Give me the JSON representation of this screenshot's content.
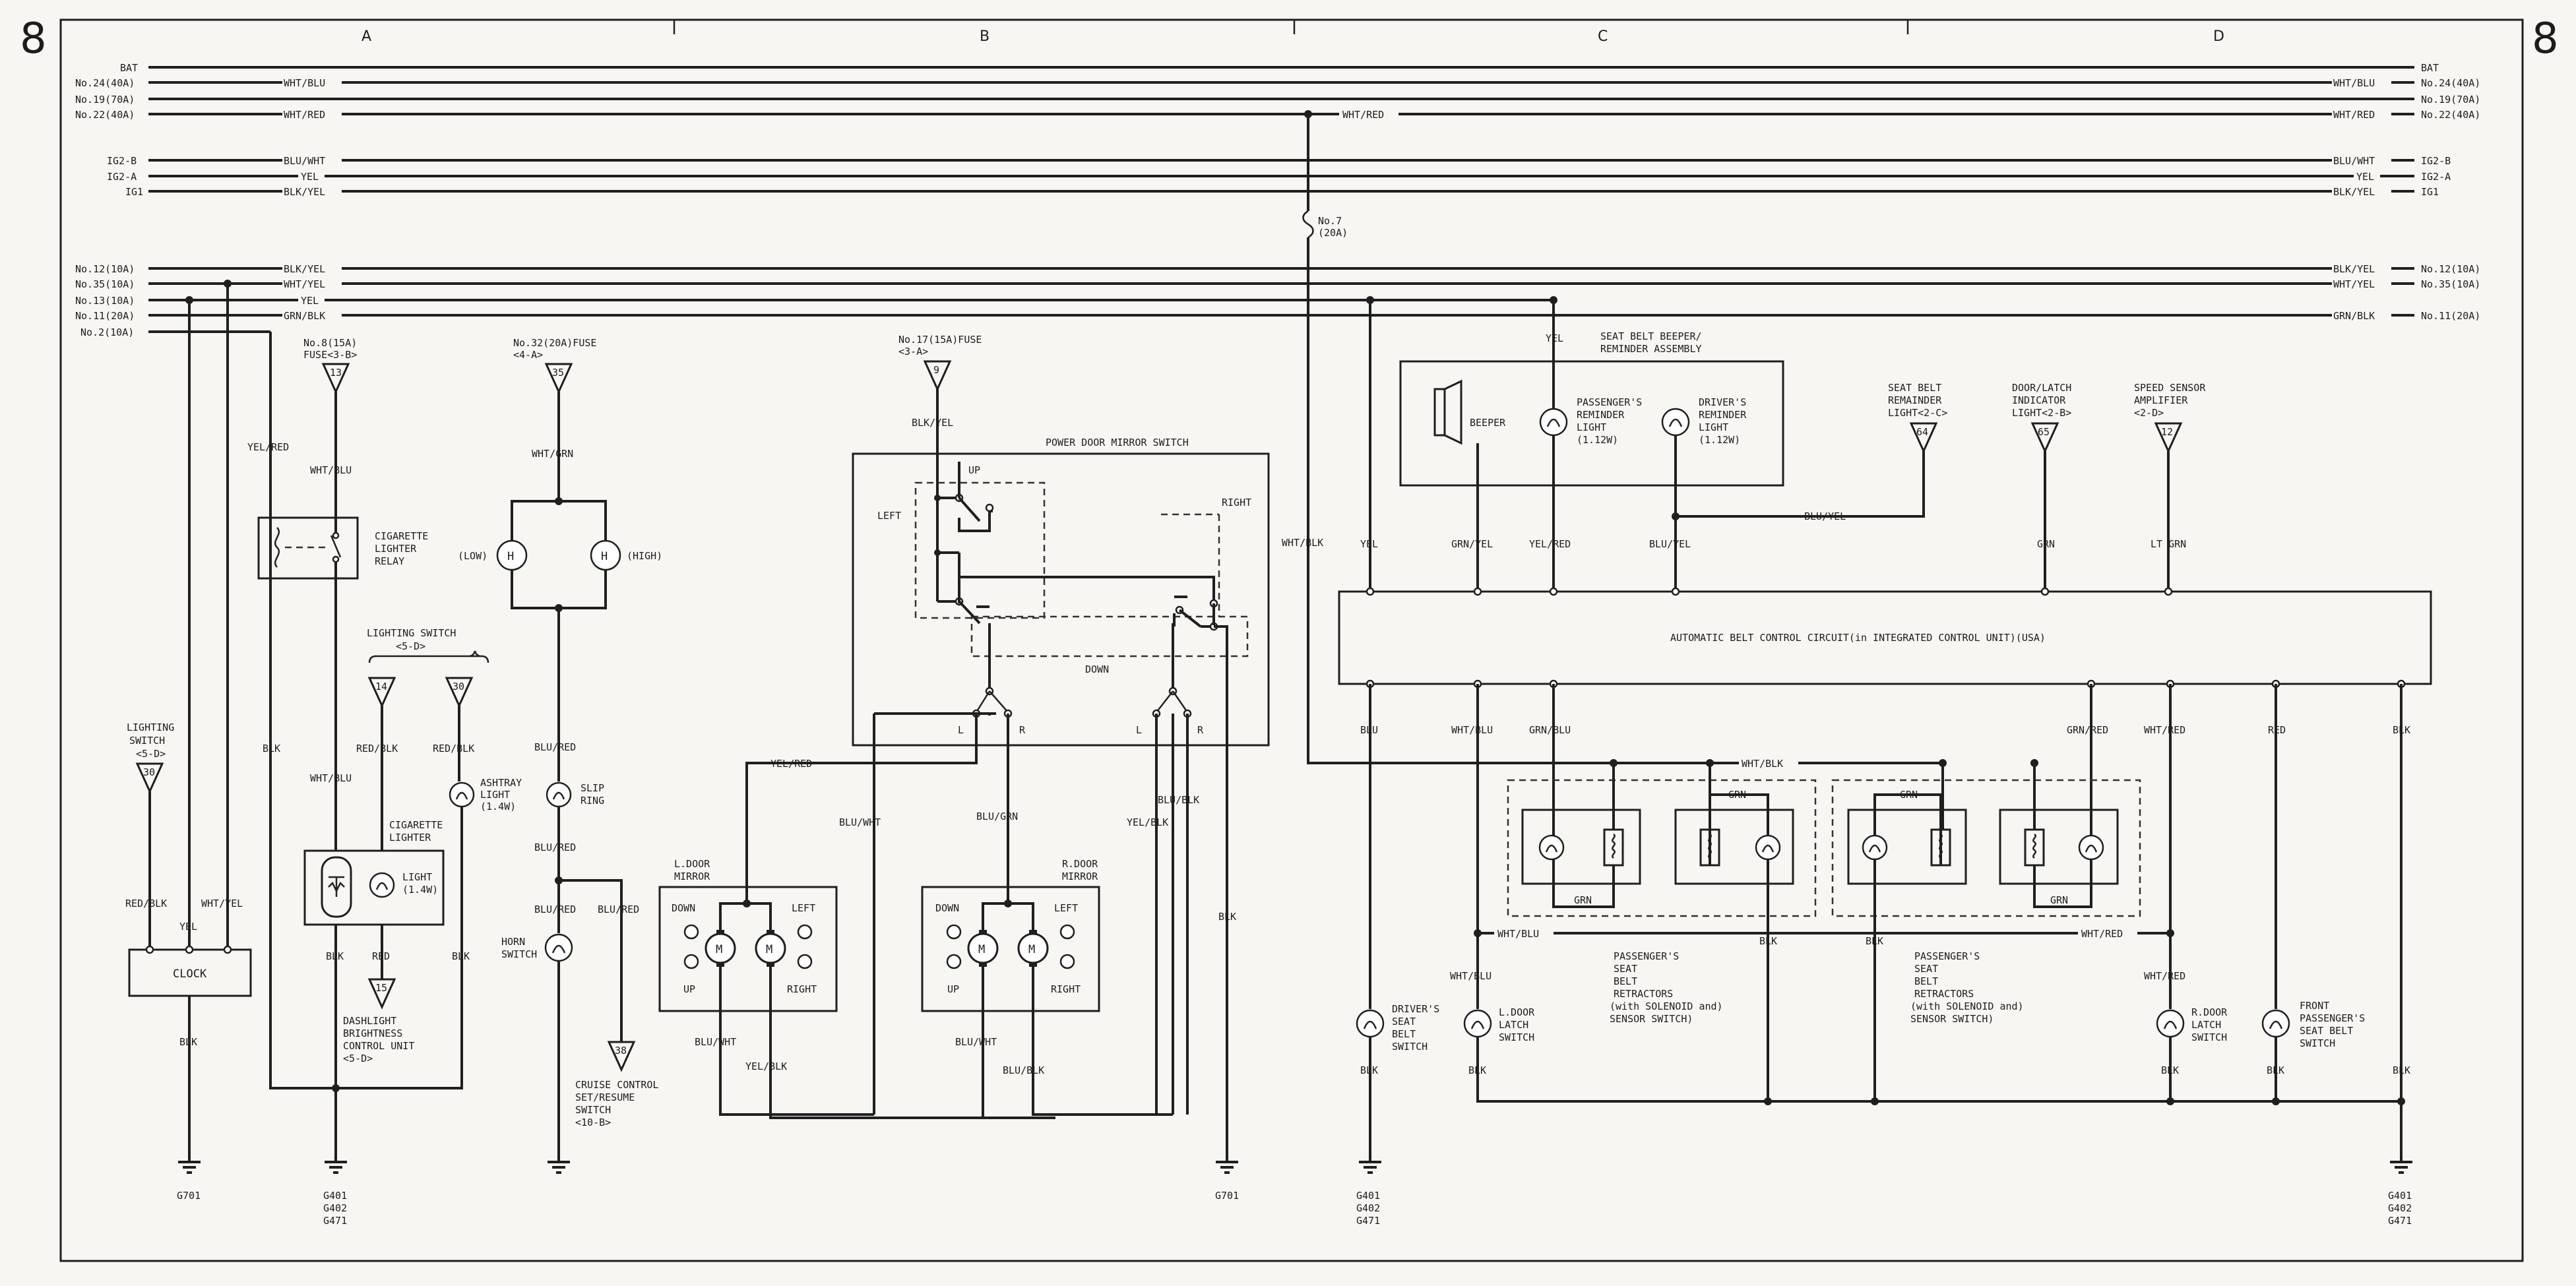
{
  "page": {
    "number": "8"
  },
  "columns": [
    "A",
    "B",
    "C",
    "D"
  ],
  "rails": [
    {
      "name": "BAT",
      "wire": ""
    },
    {
      "name": "No.24(40A)",
      "wire": "WHT/BLU"
    },
    {
      "name": "No.19(70A)",
      "wire": ""
    },
    {
      "name": "No.22(40A)",
      "wire": "WHT/RED"
    },
    {
      "name": "IG2-B",
      "wire": "BLU/WHT"
    },
    {
      "name": "IG2-A",
      "wire": "YEL"
    },
    {
      "name": "IG1",
      "wire": "BLK/YEL"
    },
    {
      "name": "No.12(10A)",
      "wire": "BLK/YEL"
    },
    {
      "name": "No.35(10A)",
      "wire": "WHT/YEL"
    },
    {
      "name": "No.13(10A)",
      "wire": "YEL"
    },
    {
      "name": "No.11(20A)",
      "wire": "GRN/BLK"
    },
    {
      "name": "No.2(10A)",
      "wire": ""
    }
  ],
  "fuses": {
    "f8": {
      "label": "No.8(15A)",
      "sub": "FUSE<3-B>",
      "num": "13"
    },
    "f32": {
      "label": "No.32(20A)FUSE",
      "sub": "<4-A>",
      "num": "35"
    },
    "f17": {
      "label": "No.17(15A)FUSE",
      "sub": "<3-A>",
      "num": "9"
    },
    "f7": {
      "label": "No.7",
      "sub": "(20A)"
    }
  },
  "components": {
    "cig_relay": [
      "CIGARETTE",
      "LIGHTER",
      "RELAY"
    ],
    "lighting_switch_a": [
      "LIGHTING",
      "SWITCH",
      "<5-D>"
    ],
    "lighting_switch_a_num": "30",
    "lighting_switch_b": [
      "LIGHTING SWITCH",
      "<5-D>"
    ],
    "lighting_switch_b_num1": "14",
    "lighting_switch_b_num2": "30",
    "clock": "CLOCK",
    "ashtray": [
      "ASHTRAY",
      "LIGHT",
      "(1.4W)"
    ],
    "cig_lighter": [
      "CIGARETTE",
      "LIGHTER"
    ],
    "light": [
      "LIGHT",
      "(1.4W)"
    ],
    "dashlight": [
      "DASHLIGHT",
      "BRIGHTNESS",
      "CONTROL UNIT",
      "<5-D>"
    ],
    "dashlight_num": "15",
    "horn_low": "(LOW)",
    "horn_high": "(HIGH)",
    "slip_ring": [
      "SLIP",
      "RING"
    ],
    "horn_switch": [
      "HORN",
      "SWITCH"
    ],
    "cruise": [
      "CRUISE CONTROL",
      "SET/RESUME",
      "SWITCH",
      "<10-B>"
    ],
    "cruise_num": "38",
    "mirror_switch": "POWER DOOR MIRROR SWITCH",
    "mirror_up": "UP",
    "mirror_down": "DOWN",
    "mirror_left": "LEFT",
    "mirror_right": "RIGHT",
    "mirror_l": "L",
    "mirror_r": "R",
    "l_door_mirror": [
      "L.DOOR",
      "MIRROR"
    ],
    "r_door_mirror": [
      "R.DOOR",
      "MIRROR"
    ],
    "motor": "M",
    "mir_down": "DOWN",
    "mir_up": "UP",
    "mir_left": "LEFT",
    "mir_right": "RIGHT",
    "beeper_assy": [
      "SEAT BELT BEEPER/",
      "REMINDER ASSEMBLY"
    ],
    "beeper": "BEEPER",
    "pass_reminder": [
      "PASSENGER'S",
      "REMINDER",
      "LIGHT",
      "(1.12W)"
    ],
    "drv_reminder": [
      "DRIVER'S",
      "REMINDER",
      "LIGHT",
      "(1.12W)"
    ],
    "sb_remainder": [
      "SEAT BELT",
      "REMAINDER",
      "LIGHT<2-C>"
    ],
    "sb_remainder_num": "64",
    "door_latch_ind": [
      "DOOR/LATCH",
      "INDICATOR",
      "LIGHT<2-B>"
    ],
    "door_latch_ind_num": "65",
    "speed_sensor": [
      "SPEED SENSOR",
      "AMPLIFIER",
      "<2-D>"
    ],
    "speed_sensor_num": "12",
    "abc": "AUTOMATIC BELT CONTROL CIRCUIT(in INTEGRATED CONTROL UNIT)(USA)",
    "retractor": [
      "PASSENGER'S",
      "SEAT",
      "BELT",
      "RETRACTORS",
      "(with SOLENOID and)",
      "SENSOR SWITCH)"
    ],
    "drv_seat_belt": [
      "DRIVER'S",
      "SEAT",
      "BELT",
      "SWITCH"
    ],
    "l_door_latch": [
      "L.DOOR",
      "LATCH",
      "SWITCH"
    ],
    "r_door_latch": [
      "R.DOOR",
      "LATCH",
      "SWITCH"
    ],
    "front_pass_belt": [
      "FRONT",
      "PASSENGER'S",
      "SEAT BELT",
      "SWITCH"
    ]
  },
  "wires": {
    "yel_red": "YEL/RED",
    "wht_blu": "WHT/BLU",
    "blk": "BLK",
    "red_blk": "RED/BLK",
    "wht_yel": "WHT/YEL",
    "yel": "YEL",
    "red": "RED",
    "wht_grn": "WHT/GRN",
    "blu_red": "BLU/RED",
    "blk_yel": "BLK/YEL",
    "blu_wht": "BLU/WHT",
    "blu_grn": "BLU/GRN",
    "yel_blk": "YEL/BLK",
    "blu_blk": "BLU/BLK",
    "wht_red": "WHT/RED",
    "wht_blk": "WHT/BLK",
    "grn_yel": "GRN/YEL",
    "blu_yel": "BLU/YEL",
    "grn": "GRN",
    "lt_grn": "LT GRN",
    "blu": "BLU",
    "grn_blu": "GRN/BLU",
    "grn_red": "GRN/RED"
  },
  "grounds": {
    "g701": "G701",
    "g_multi": [
      "G401",
      "G402",
      "G471"
    ]
  }
}
